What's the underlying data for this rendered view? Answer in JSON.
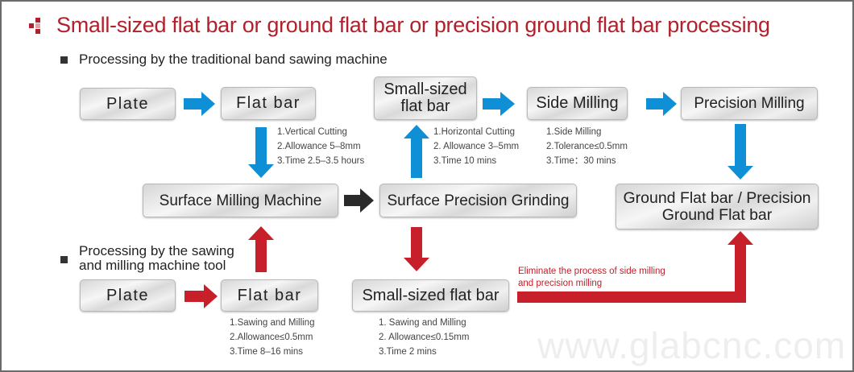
{
  "title": "Small-sized flat bar or ground flat bar or precision ground flat bar processing",
  "colors": {
    "title": "#b1212b",
    "blue_arrow": "#0e8fd6",
    "red_arrow": "#c8202b",
    "black_arrow": "#2a2a2a"
  },
  "section1": {
    "label": "Processing by the traditional band sawing machine",
    "boxes": {
      "plate": "Plate",
      "flat_bar": "Flat bar",
      "small_flat_bar": "Small-sized flat bar",
      "side_milling": "Side Milling",
      "precision_milling": "Precision Milling",
      "surface_milling": "Surface Milling Machine",
      "surface_grinding": "Surface Precision Grinding",
      "ground_flat_bar": "Ground Flat bar / Precision Ground Flat bar"
    },
    "notes": {
      "vertical": [
        "1.Vertical Cutting",
        "2.Allowance 5–8mm",
        "3.Time 2.5–3.5 hours"
      ],
      "horizontal": [
        "1.Horizontal Cutting",
        "2. Allowance 3–5mm",
        "3.Time 10 mins"
      ],
      "side": [
        "1.Side Milling",
        "2.Tolerance≤0.5mm",
        "3.Time：30 mins"
      ]
    }
  },
  "section2": {
    "label": "Processing by the sawing and milling machine tool",
    "boxes": {
      "plate": "Plate",
      "flat_bar": "Flat bar",
      "small_flat_bar": "Small-sized flat bar"
    },
    "notes": {
      "flat_bar": [
        "1.Sawing and Milling",
        "2.Allowance≤0.5mm",
        "3.Time 8–16 mins"
      ],
      "small_flat_bar": [
        "1. Sawing and Milling",
        "2. Allowance≤0.15mm",
        "3.Time 2 mins"
      ]
    },
    "eliminate": "Eliminate the process of side milling and precision milling"
  },
  "watermark": "www.glabcnc.com"
}
